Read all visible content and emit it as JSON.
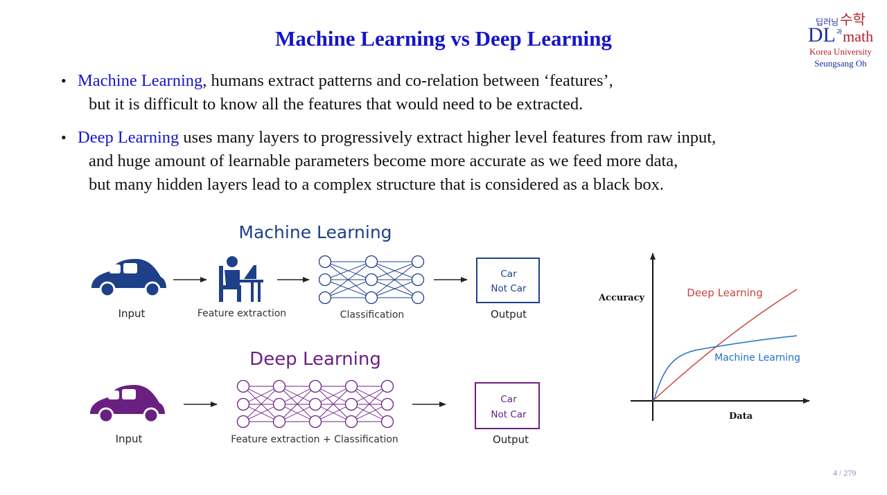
{
  "title": "Machine Learning vs Deep Learning",
  "logo": {
    "kr_small": "딥러닝",
    "kr_and": "과",
    "kr_big": "수학",
    "dl": "DL",
    "math": "math",
    "university": "Korea University",
    "author": "Seungsang Oh"
  },
  "bullet1": {
    "term": "Machine Learning",
    "rest": ", humans extract patterns and co-relation between ‘features’,",
    "line2": "but it is difficult to know all the features that would need to be extracted."
  },
  "bullet2": {
    "term": "Deep Learning",
    "rest": " uses many layers to progressively extract higher level features from raw input,",
    "line2": "and huge amount of learnable parameters become more accurate as we feed more data,",
    "line3": "but many hidden layers lead to a complex structure that is considered as a black box."
  },
  "ml_diagram": {
    "heading": "Machine Learning",
    "input_label": "Input",
    "feature_label": "Feature extraction",
    "classify_label": "Classification",
    "output_label": "Output",
    "out_car": "Car",
    "out_notcar": "Not Car",
    "color": "#1d4088"
  },
  "dl_diagram": {
    "heading": "Deep Learning",
    "input_label": "Input",
    "feature_label": "Feature extraction + Classification",
    "output_label": "Output",
    "out_car": "Car",
    "out_notcar": "Not Car",
    "color": "#6a2080"
  },
  "accuracy_chart": {
    "ylabel": "Accuracy",
    "xlabel": "Data",
    "dl_label": "Deep Learning",
    "ml_label": "Machine Learning",
    "dl_color": "#c9413f",
    "ml_color": "#1e6fc8"
  },
  "page_number": "4 / 279"
}
